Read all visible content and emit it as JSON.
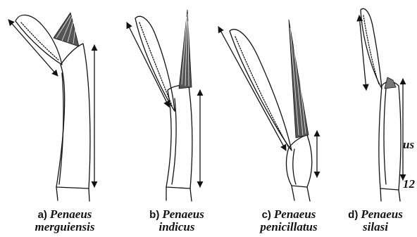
{
  "edge_text": {
    "top": "us",
    "bottom": "12"
  },
  "captions": [
    {
      "letter": "a)",
      "genus": "Penaeus",
      "species": "merguiensis"
    },
    {
      "letter": "b)",
      "genus": "Penaeus",
      "species": "indicus"
    },
    {
      "letter": "c)",
      "genus": "Penaeus",
      "species": "penicillatus"
    },
    {
      "letter": "d)",
      "genus": "Penaeus",
      "species": "silasi"
    }
  ]
}
